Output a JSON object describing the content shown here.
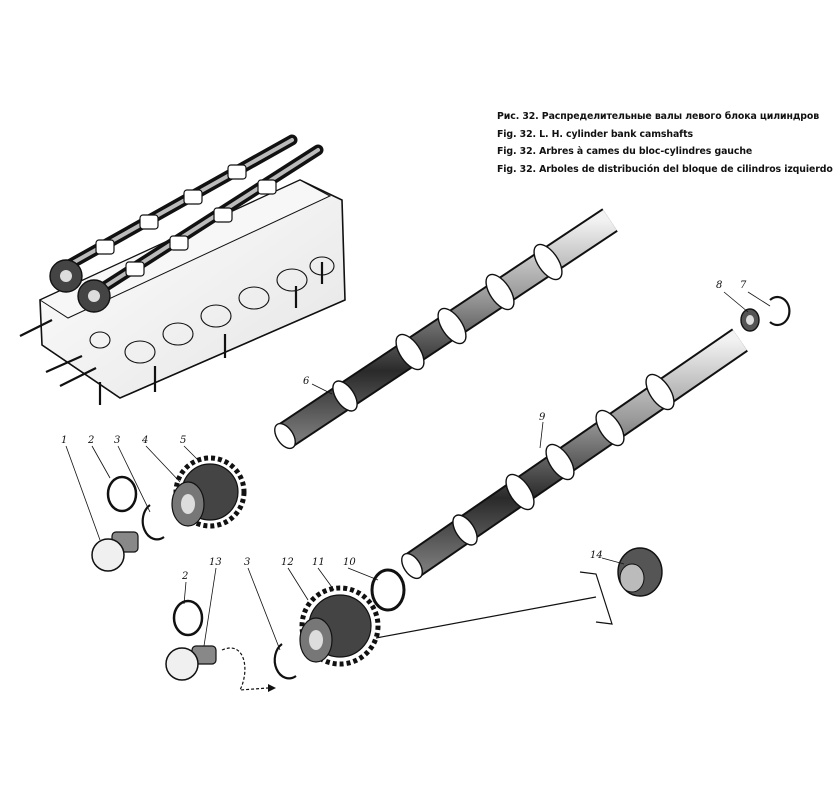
{
  "captions": [
    "Рис. 32. Распределительные валы левого блока цилиндров",
    "Fig. 32. L. H. cylinder bank camshafts",
    "Fig. 32. Arbres à cames du bloc-cylindres gauche",
    "Fig. 32. Arboles de distribución del bloque de cilindros izquierdo"
  ],
  "callouts": {
    "n1": "1",
    "n2a": "2",
    "n3a": "3",
    "n4": "4",
    "n5": "5",
    "n6": "6",
    "n7": "7",
    "n8": "8",
    "n9": "9",
    "n10": "10",
    "n11": "11",
    "n12": "12",
    "n13": "13",
    "n2b": "2",
    "n3b": "3",
    "n14": "14"
  }
}
